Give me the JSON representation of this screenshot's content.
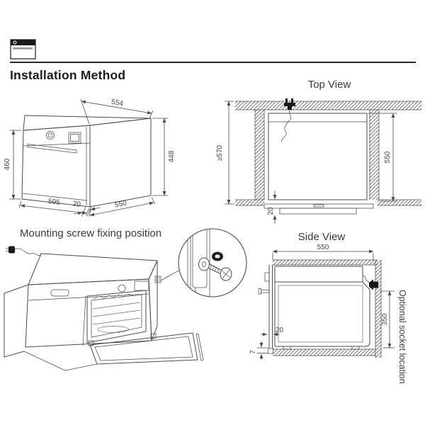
{
  "page": {
    "title": "Installation Method"
  },
  "colors": {
    "line": "#4a4a4a",
    "dim_text": "#454545",
    "title": "#1c1c1c",
    "subtitle": "#3a3a3a",
    "plug_black": "#1a1a1a",
    "handle_gray": "#9a9a9a"
  },
  "figures": {
    "isometric": {
      "dims": {
        "depth_top": "554",
        "height_left": "460",
        "height_right": "448",
        "width_bottom": "595",
        "front_lip": "20",
        "depth_bottom": "550"
      }
    },
    "top_view": {
      "title": "Top View",
      "dims": {
        "niche_depth": "≥570",
        "cavity_depth": "550",
        "front_gap": "20"
      }
    },
    "mounting": {
      "title": "Mounting screw fixing position"
    },
    "side_view": {
      "title": "Side View",
      "dims": {
        "depth": "550",
        "socket_height": "350",
        "front_frame": "20",
        "bottom_lip": "7"
      },
      "note": "Optional socket location"
    }
  }
}
